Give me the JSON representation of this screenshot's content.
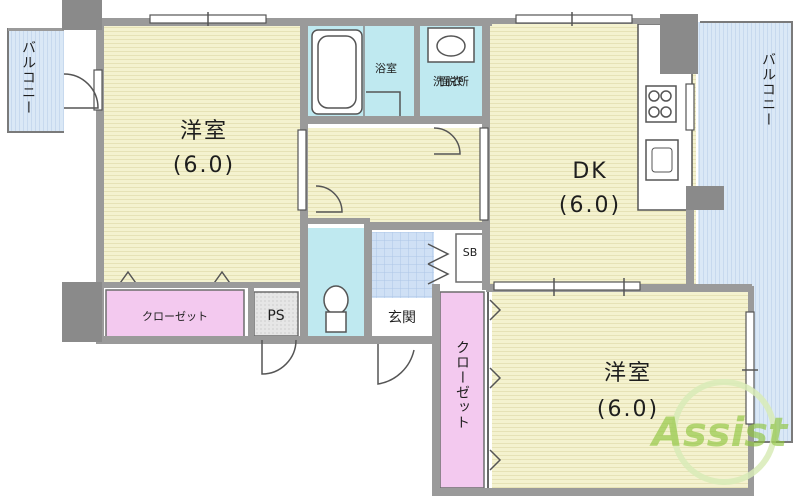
{
  "rooms": {
    "western_room_1": {
      "name": "洋室",
      "size": "(6.0)"
    },
    "dk": {
      "name": "DK",
      "size": "(6.0)"
    },
    "western_room_2": {
      "name": "洋室",
      "size": "(6.0)"
    },
    "bath": {
      "name": "浴室"
    },
    "washroom": {
      "name": "洗面脱衣所"
    },
    "entrance": {
      "name": "玄関"
    },
    "closet_1": {
      "name": "クローゼット"
    },
    "closet_2": {
      "name": "クローゼット"
    },
    "ps": {
      "name": "PS"
    },
    "sb": {
      "name": "SB"
    },
    "balcony_left": {
      "name": "バルコニー"
    },
    "balcony_right": {
      "name": "バルコニー"
    }
  },
  "watermark": {
    "text": "Assist"
  },
  "colors": {
    "room_floor": "#f4f2cf",
    "room_stripe": "#e6e2b6",
    "bath_floor": "#bfe9f0",
    "tile_floor": "#cfe0f5",
    "closet_fill": "#f3c9ef",
    "balcony_fill": "#d8e8f7",
    "wall": "#9a9a9a",
    "watermark": "#8ec43c"
  }
}
